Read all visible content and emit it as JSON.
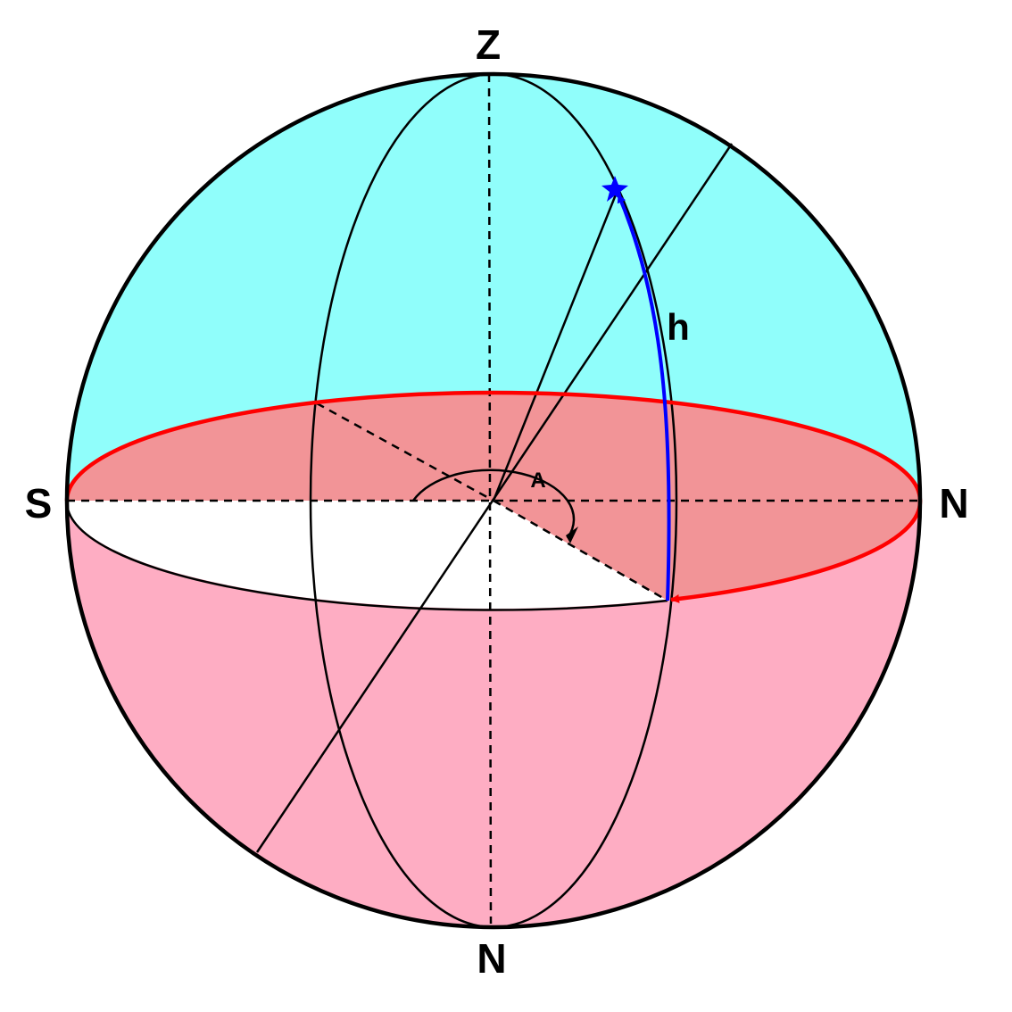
{
  "labels": {
    "zenith": "Z",
    "south": "S",
    "north_right": "N",
    "north_bottom": "N",
    "azimuth": "A",
    "altitude": "h"
  },
  "colors": {
    "upper_hemisphere": "#90FEFB",
    "lower_hemisphere": "#FEADC3",
    "horizon_fill": "#F29497",
    "horizon_line": "#FF0000",
    "altitude_arc": "#0000FF",
    "outline": "#000000",
    "background": "#FFFFFF"
  }
}
